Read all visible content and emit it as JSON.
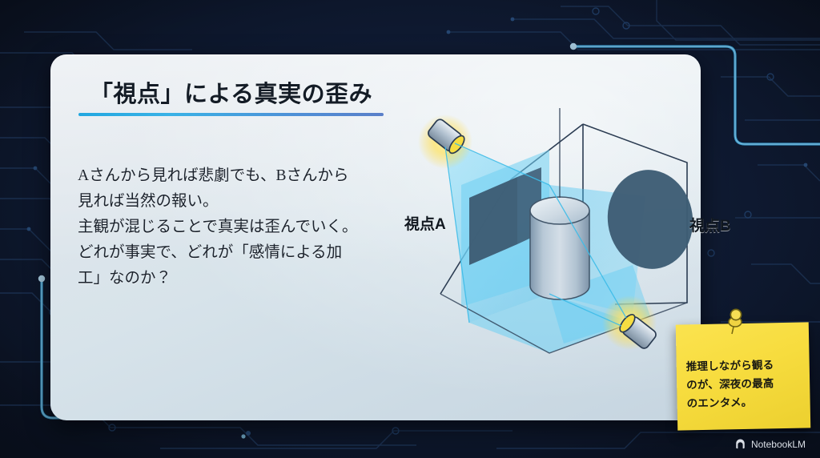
{
  "background": {
    "color": "#0c1526",
    "accent_color": "#3fb6ef",
    "pattern": "circuit-board"
  },
  "card": {
    "background_color": "#dce5ec",
    "title": "「視点」による真実の歪み",
    "title_rule_colors": [
      "#22a7e0",
      "#5a7fc9"
    ],
    "body_lines": [
      "Aさんから見れば悲劇でも、Bさんから",
      "見れば当然の報い。",
      "主観が混じることで真実は歪んでいく。",
      "どれが事実で、どれが「感情による加",
      "工」なのか？"
    ]
  },
  "illustration": {
    "name": "perspective-shadow-diagram",
    "object": "cylinder",
    "label_a": "視点A",
    "label_b": "視点B",
    "shadow_a_shape": "square",
    "shadow_b_shape": "circle",
    "light_color": "#f7e24a",
    "beam_color": "#45c2f0",
    "object_color": "#b9c7d4",
    "shadow_color": "#3b5970"
  },
  "sticky_note": {
    "color": "#f7dc3e",
    "pin_color": "#e8c62e",
    "lines": [
      "推理しながら観る",
      "のが、深夜の最高",
      "のエンタメ。"
    ]
  },
  "watermark": {
    "label": "NotebookLM",
    "icon": "notebooklm-icon"
  }
}
